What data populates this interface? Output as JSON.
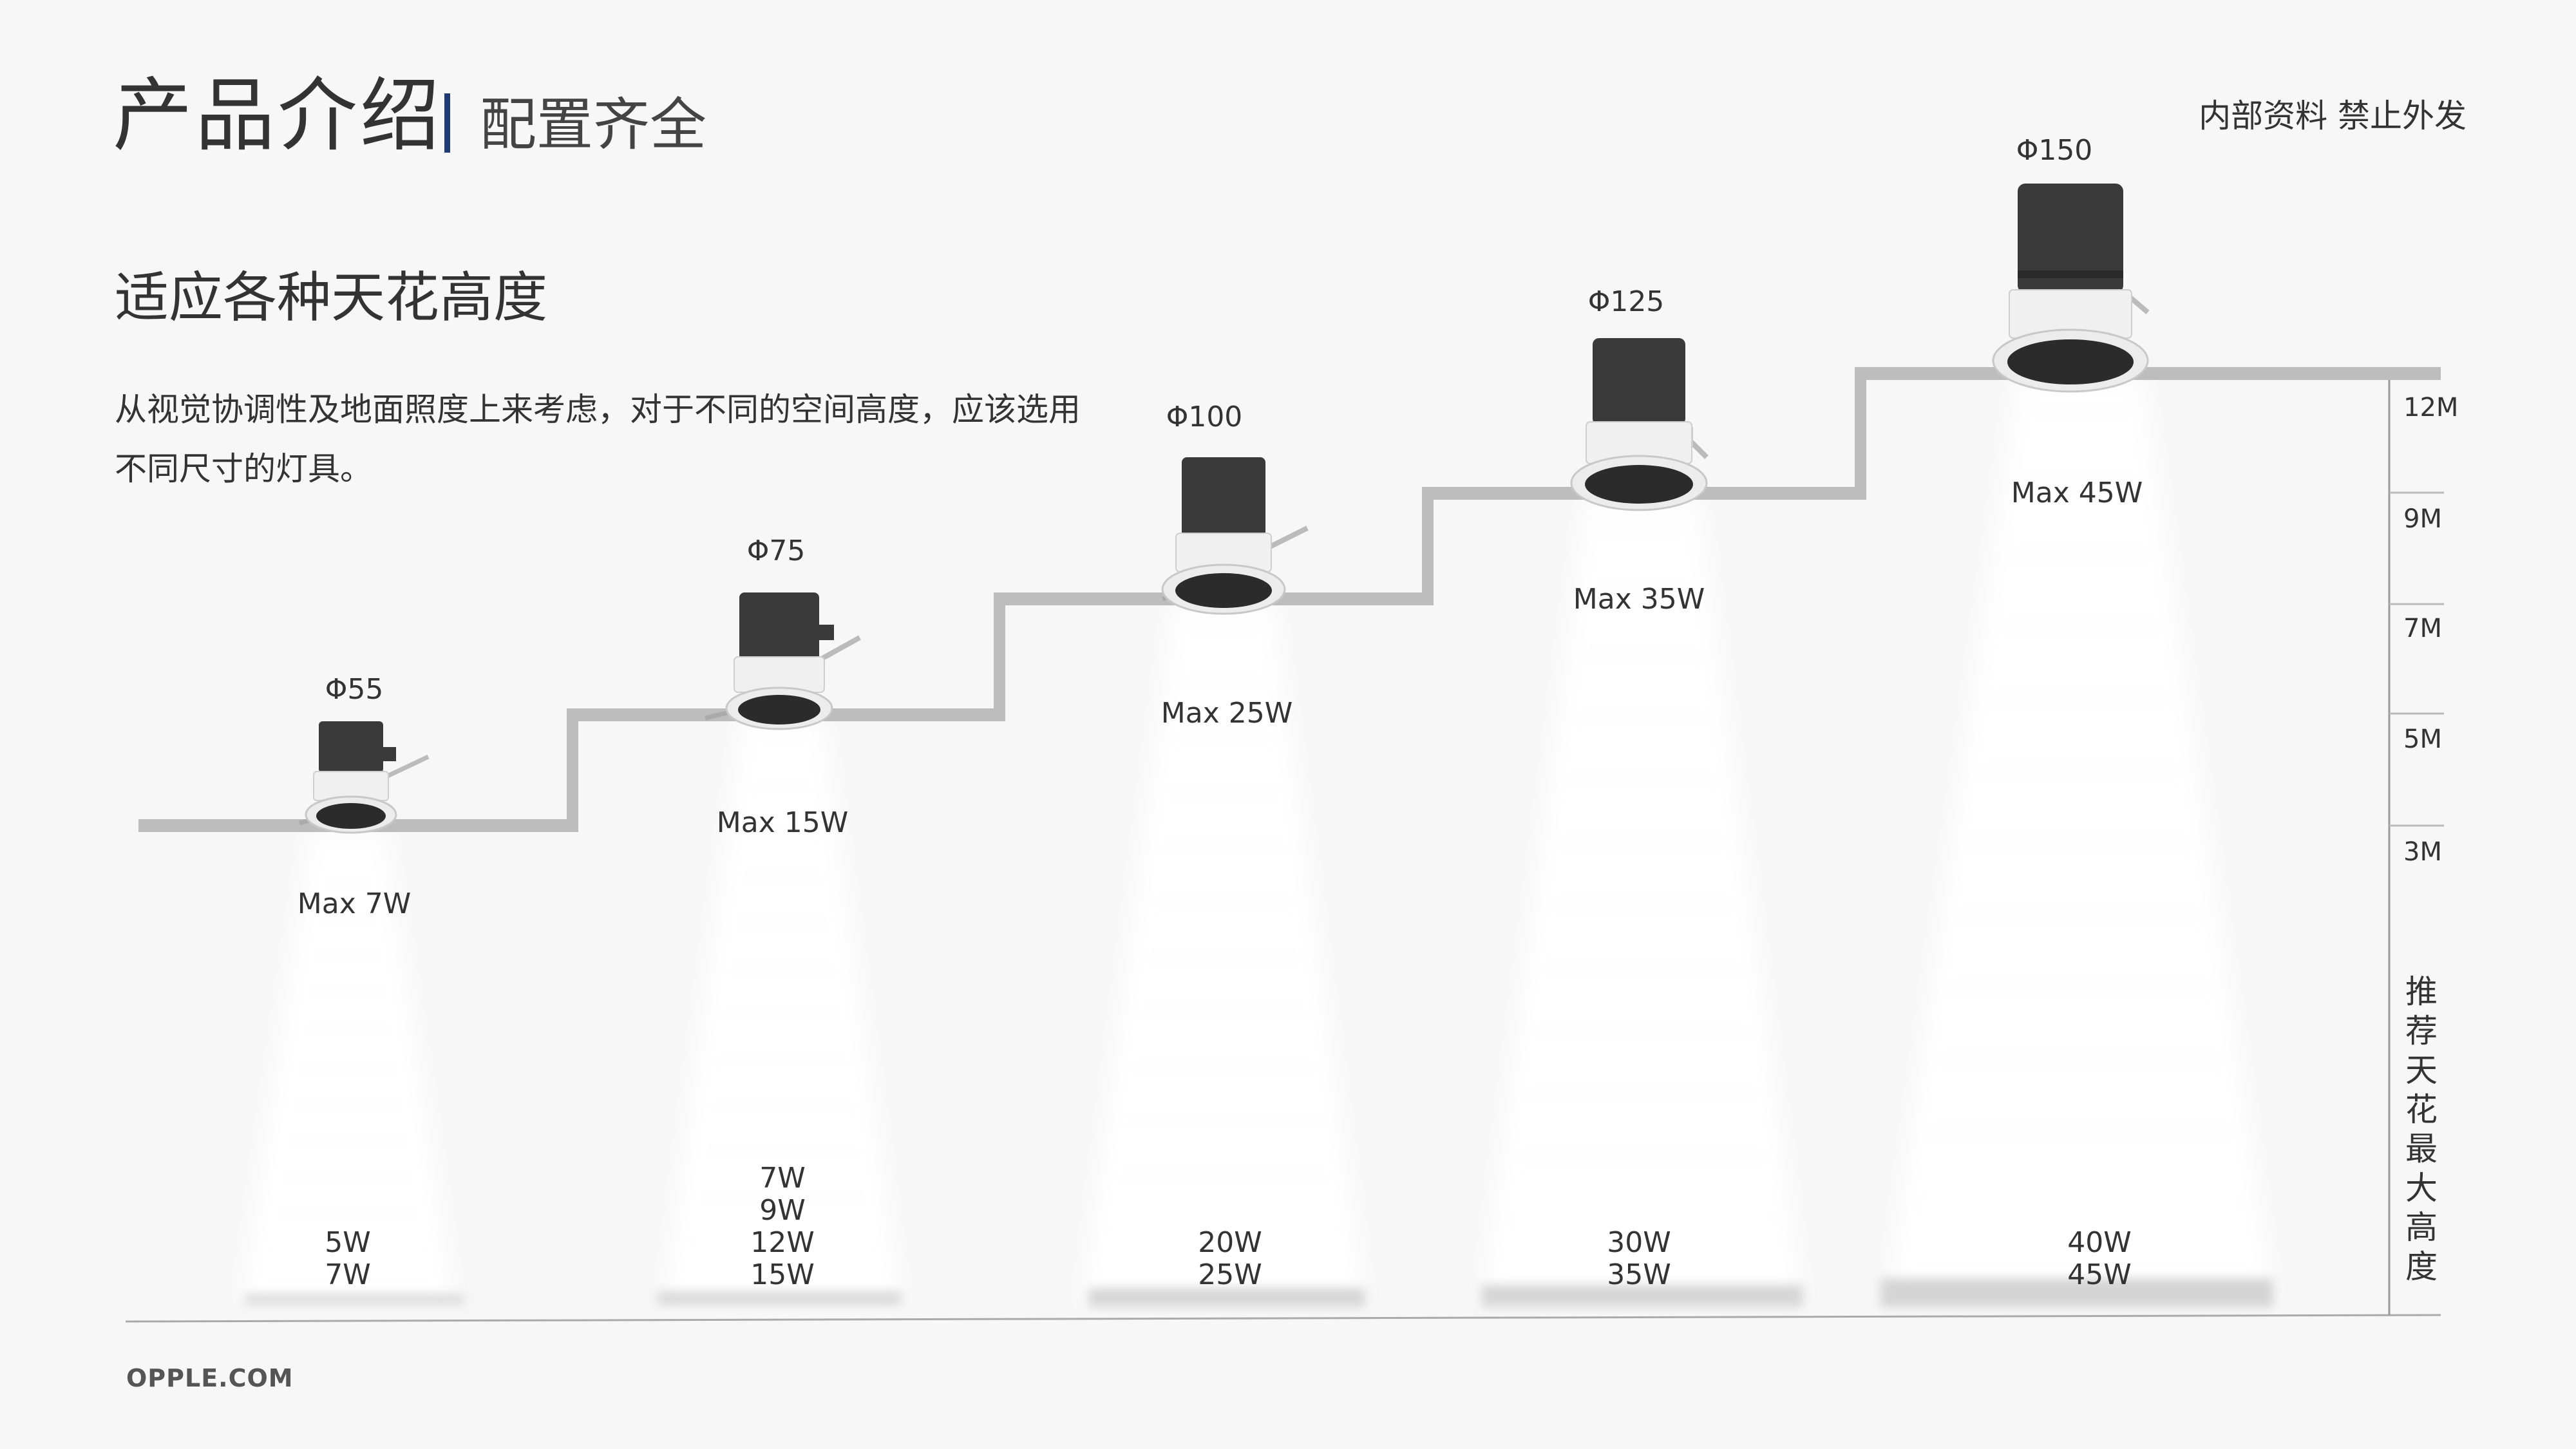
{
  "header": {
    "title": "产品介绍",
    "subtitle": "配置齐全",
    "confidential": "内部资料 禁止外发"
  },
  "content": {
    "heading": "适应各种天花高度",
    "description": "从视觉协调性及地面照度上来考虑，对于不同的空间高度，应该选用不同尺寸的灯具。"
  },
  "steps": [
    {
      "diameter": "Φ55",
      "max": "Max 7W",
      "watts": [
        "5W",
        "7W"
      ]
    },
    {
      "diameter": "Φ75",
      "max": "Max 15W",
      "watts": [
        "7W",
        "9W",
        "12W",
        "15W"
      ]
    },
    {
      "diameter": "Φ100",
      "max": "Max 25W",
      "watts": [
        "20W",
        "25W"
      ]
    },
    {
      "diameter": "Φ125",
      "max": "Max 35W",
      "watts": [
        "30W",
        "35W"
      ]
    },
    {
      "diameter": "Φ150",
      "max": "Max 45W",
      "watts": [
        "40W",
        "45W"
      ]
    }
  ],
  "scale": {
    "ticks": [
      "12M",
      "9M",
      "7M",
      "5M",
      "3M"
    ],
    "caption": "推荐天花最大高度"
  },
  "footer": {
    "brand": "OPPLE.COM"
  },
  "colors": {
    "accent_bar": "#1f3b73",
    "ceiling": "#bdbdbd",
    "lamp_body": "#3a3a3a",
    "background": "#f7f7f7"
  }
}
